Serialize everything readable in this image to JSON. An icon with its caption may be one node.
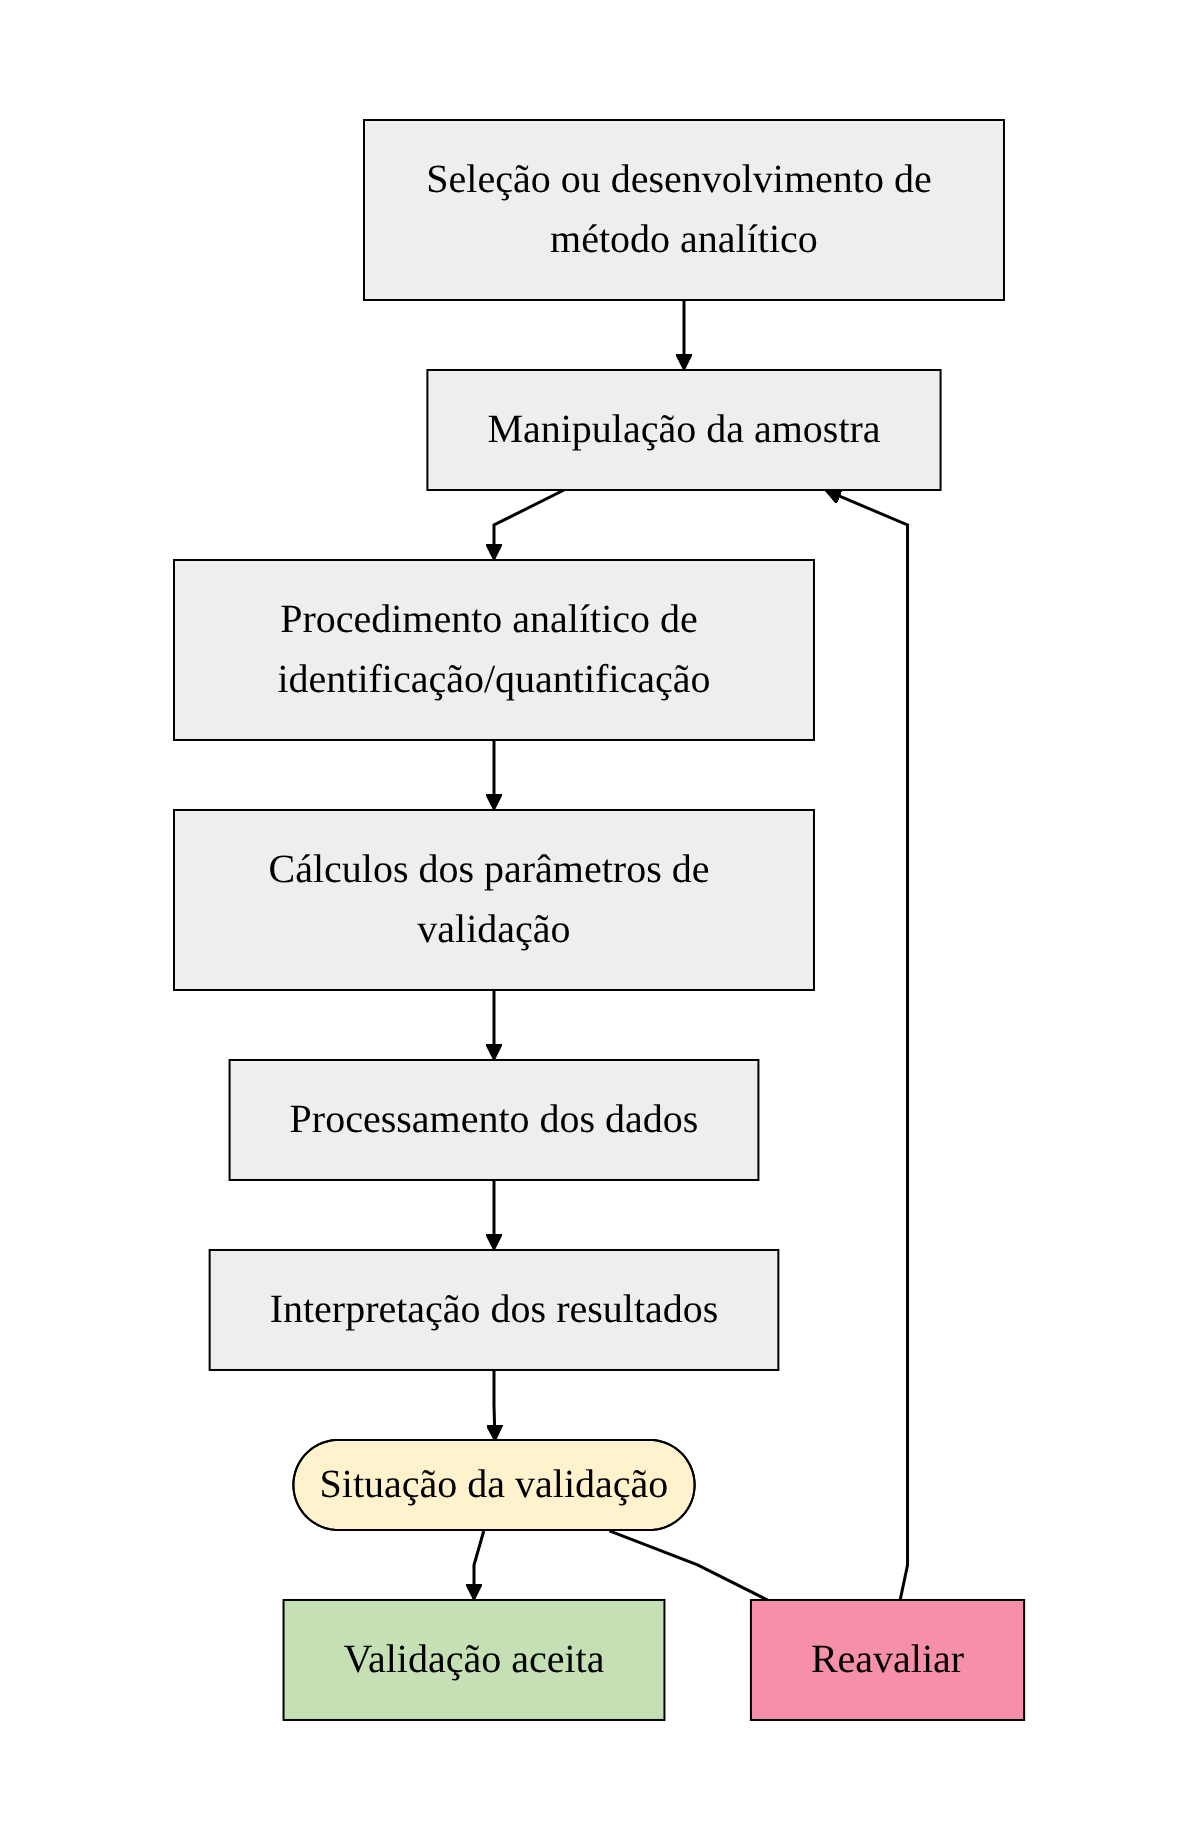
{
  "diagram": {
    "nodes": [
      {
        "text": [
          "Seleção ou desenvolvimento de método analítico"
        ]
      },
      {
        "text": [
          "Manipulação da amostra"
        ]
      },
      {
        "text": [
          "Procedimento analítico de identificação/quantificação"
        ]
      },
      {
        "text": [
          "Cálculos dos parâmetros de validação"
        ]
      },
      {
        "text": [
          "Processamento dos dados"
        ]
      },
      {
        "text": [
          "Interpretação dos resultados"
        ]
      },
      {
        "text": [
          "Reavaliar"
        ]
      },
      {
        "text": [
          "Situação da validação"
        ]
      },
      {
        "text": [
          "Validação aceita"
        ]
      }
    ],
    "edges": [
      {
        "from": 0,
        "to": 1,
        "arrow": "to"
      },
      {
        "from": 1,
        "to": 2,
        "arrow": "to"
      },
      {
        "from": 2,
        "to": 3,
        "arrow": "to"
      },
      {
        "from": 3,
        "to": 4,
        "arrow": "to"
      },
      {
        "from": 4,
        "to": 5,
        "arrow": "to"
      },
      {
        "from": 5,
        "to": 7,
        "arrow": "to"
      },
      {
        "from": 7,
        "to": 8,
        "arrow": "to"
      },
      {
        "from": 7,
        "to": 6,
        "arrow": "none"
      },
      {
        "from": 6,
        "to": 1,
        "arrow": "to"
      }
    ]
  }
}
